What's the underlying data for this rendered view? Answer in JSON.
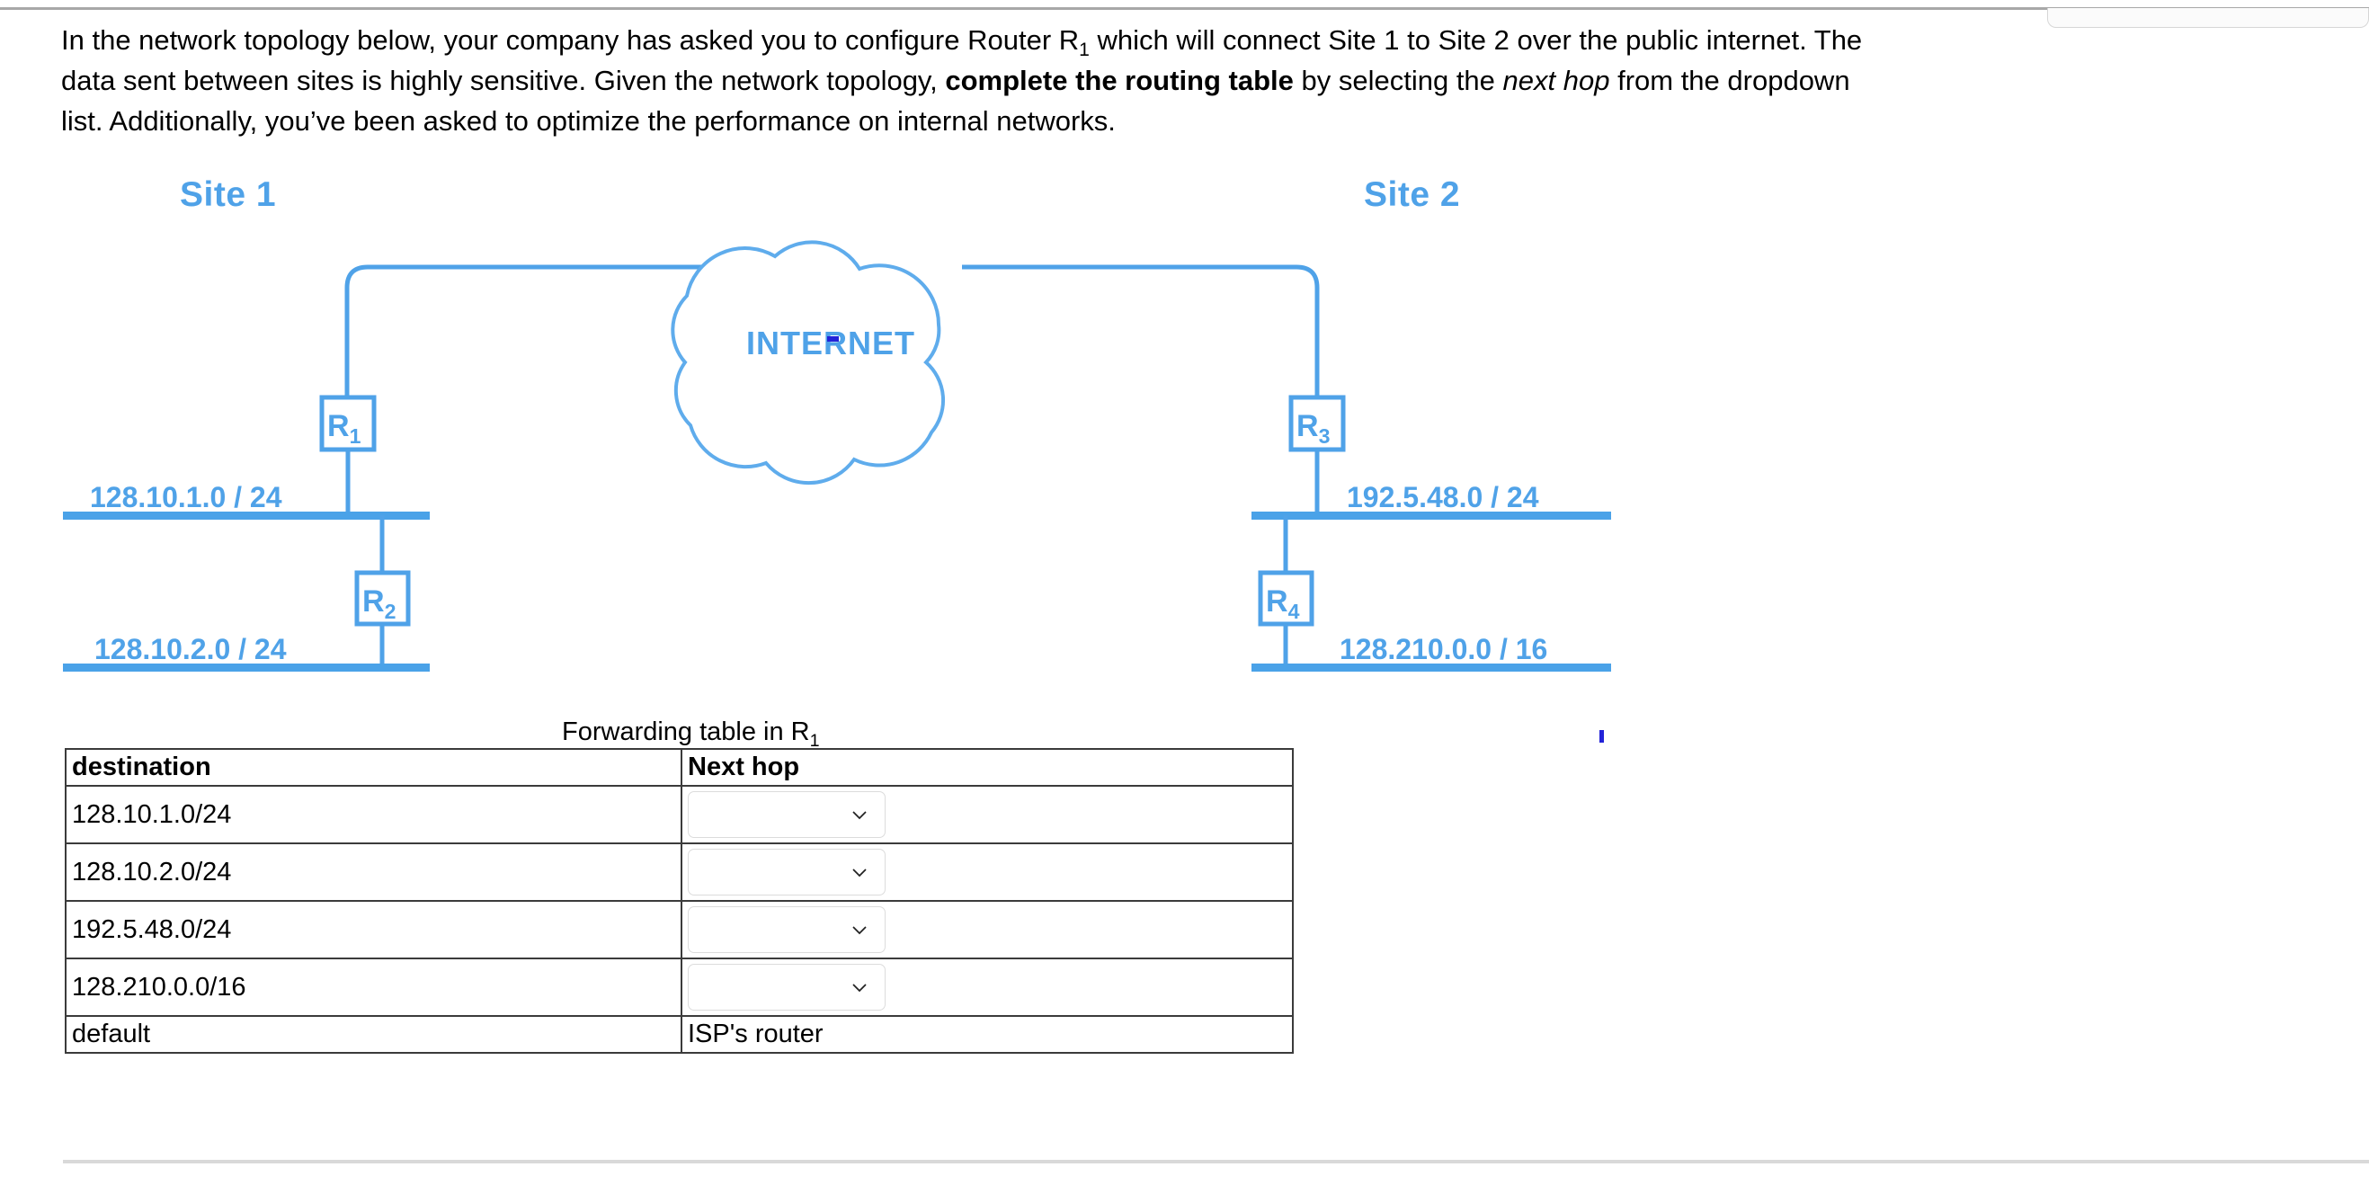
{
  "prompt": {
    "part1": "In the network topology below, your company has asked you to configure Router R",
    "router_sub": "1",
    "part2": " which will connect Site 1 to Site 2  over the public internet. The data sent between sites is highly sensitive.  Given the network topology, ",
    "bold": "complete the routing table",
    "part3": " by selecting the ",
    "italic": "next hop",
    "part4": " from the dropdown list.  Additionally, you’ve been asked to optimize the performance on internal networks."
  },
  "diagram": {
    "site1_label": "Site 1",
    "site2_label": "Site 2",
    "internet_label": "INTERNET",
    "routers": [
      {
        "id": "R1",
        "letter": "R",
        "index": "1"
      },
      {
        "id": "R2",
        "letter": "R",
        "index": "2"
      },
      {
        "id": "R3",
        "letter": "R",
        "index": "3"
      },
      {
        "id": "R4",
        "letter": "R",
        "index": "4"
      }
    ],
    "networks": [
      {
        "id": "net1",
        "label": "128.10.1.0 / 24"
      },
      {
        "id": "net2",
        "label": "128.10.2.0 / 24"
      },
      {
        "id": "net3",
        "label": "192.5.48.0 / 24"
      },
      {
        "id": "net4",
        "label": "128.210.0.0 / 16"
      }
    ],
    "accent_color": "#4FA2E8",
    "line_color": "#4FA2E8"
  },
  "table": {
    "caption_text": "Forwarding table in R",
    "caption_sub": "1",
    "headers": {
      "destination": "destination",
      "next_hop": "Next hop"
    },
    "rows": [
      {
        "destination": "128.10.1.0/24",
        "next_hop": "",
        "is_dropdown": true,
        "selected": ""
      },
      {
        "destination": "128.10.2.0/24",
        "next_hop": "",
        "is_dropdown": true,
        "selected": ""
      },
      {
        "destination": "192.5.48.0/24",
        "next_hop": "",
        "is_dropdown": true,
        "selected": ""
      },
      {
        "destination": "128.210.0.0/16",
        "next_hop": "",
        "is_dropdown": true,
        "selected": ""
      },
      {
        "destination": "default",
        "next_hop": "ISP's router",
        "is_dropdown": false,
        "selected": "ISP's router"
      }
    ]
  }
}
